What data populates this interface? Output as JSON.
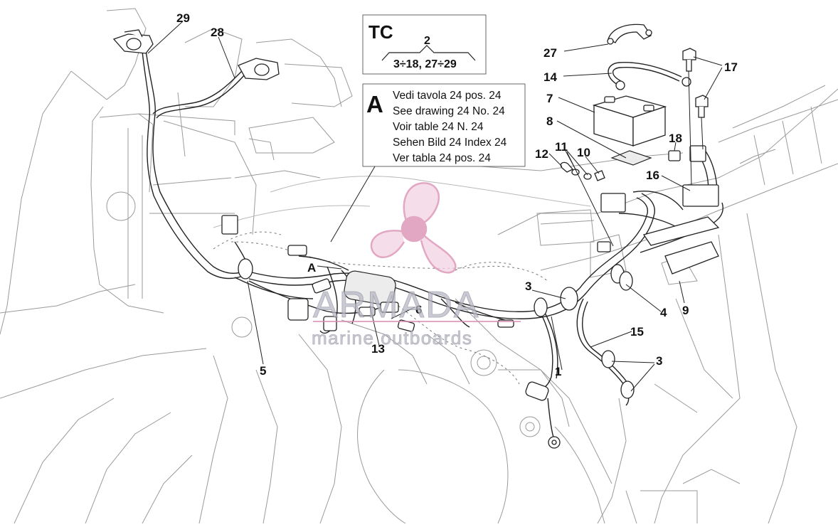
{
  "tc_box": {
    "title": "TC",
    "top_number": "2",
    "range": "3÷18, 27÷29"
  },
  "note_box": {
    "letter": "A",
    "lines": [
      "Vedi tavola 24 pos. 24",
      "See drawing 24 No. 24",
      "Voir table 24 N. 24",
      "Sehen Bild 24 Index 24",
      "Ver tabla 24 pos. 24"
    ]
  },
  "callouts": {
    "c29": "29",
    "c28": "28",
    "c27": "27",
    "c14": "14",
    "c7": "7",
    "c8": "8",
    "c17": "17",
    "c18": "18",
    "c12": "12",
    "c11": "11",
    "c10": "10",
    "c16": "16",
    "cA": "A",
    "c3a": "3",
    "c6": "6",
    "c13": "13",
    "c5": "5",
    "c4": "4",
    "c9": "9",
    "c15": "15",
    "c3b": "3",
    "c1": "1"
  },
  "watermark": {
    "brand": "ARMADA",
    "tagline": "marine outboards",
    "color": "#d98ab0"
  }
}
